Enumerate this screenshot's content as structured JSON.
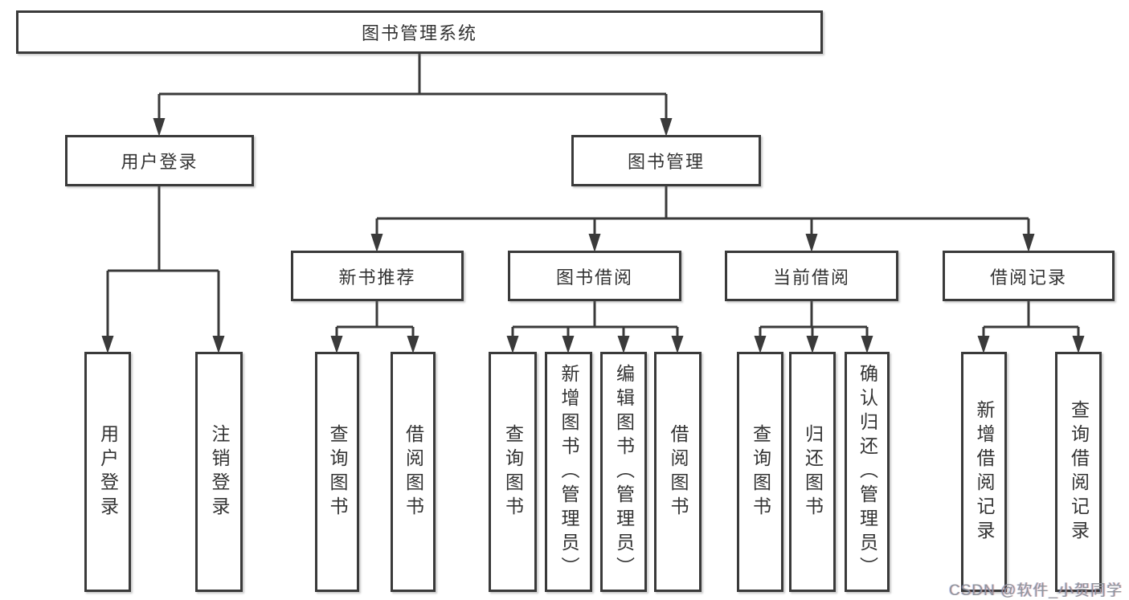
{
  "diagram": {
    "root": {
      "label": "图书管理系统"
    },
    "branches": [
      {
        "label": "用户登录",
        "children": [
          {
            "label": "用户登录"
          },
          {
            "label": "注销登录"
          }
        ]
      },
      {
        "label": "图书管理",
        "children": [
          {
            "label": "新书推荐",
            "children": [
              {
                "label": "查询图书"
              },
              {
                "label": "借阅图书"
              }
            ]
          },
          {
            "label": "图书借阅",
            "children": [
              {
                "label": "查询图书"
              },
              {
                "label": "新增图书（管理员）"
              },
              {
                "label": "编辑图书（管理员）"
              },
              {
                "label": "借阅图书"
              }
            ]
          },
          {
            "label": "当前借阅",
            "children": [
              {
                "label": "查询图书"
              },
              {
                "label": "归还图书"
              },
              {
                "label": "确认归还（管理员）"
              }
            ]
          },
          {
            "label": "借阅记录",
            "children": [
              {
                "label": "新增借阅记录"
              },
              {
                "label": "查询借阅记录"
              }
            ]
          }
        ]
      }
    ]
  },
  "watermark": {
    "text": "CSDN @软件_小贺同学"
  },
  "colors": {
    "line": "#3a3a3a",
    "box_border": "#3a3a3a",
    "box_fill": "#ffffff",
    "text": "#333333",
    "watermark": "#8f949b",
    "background": "#ffffff"
  }
}
